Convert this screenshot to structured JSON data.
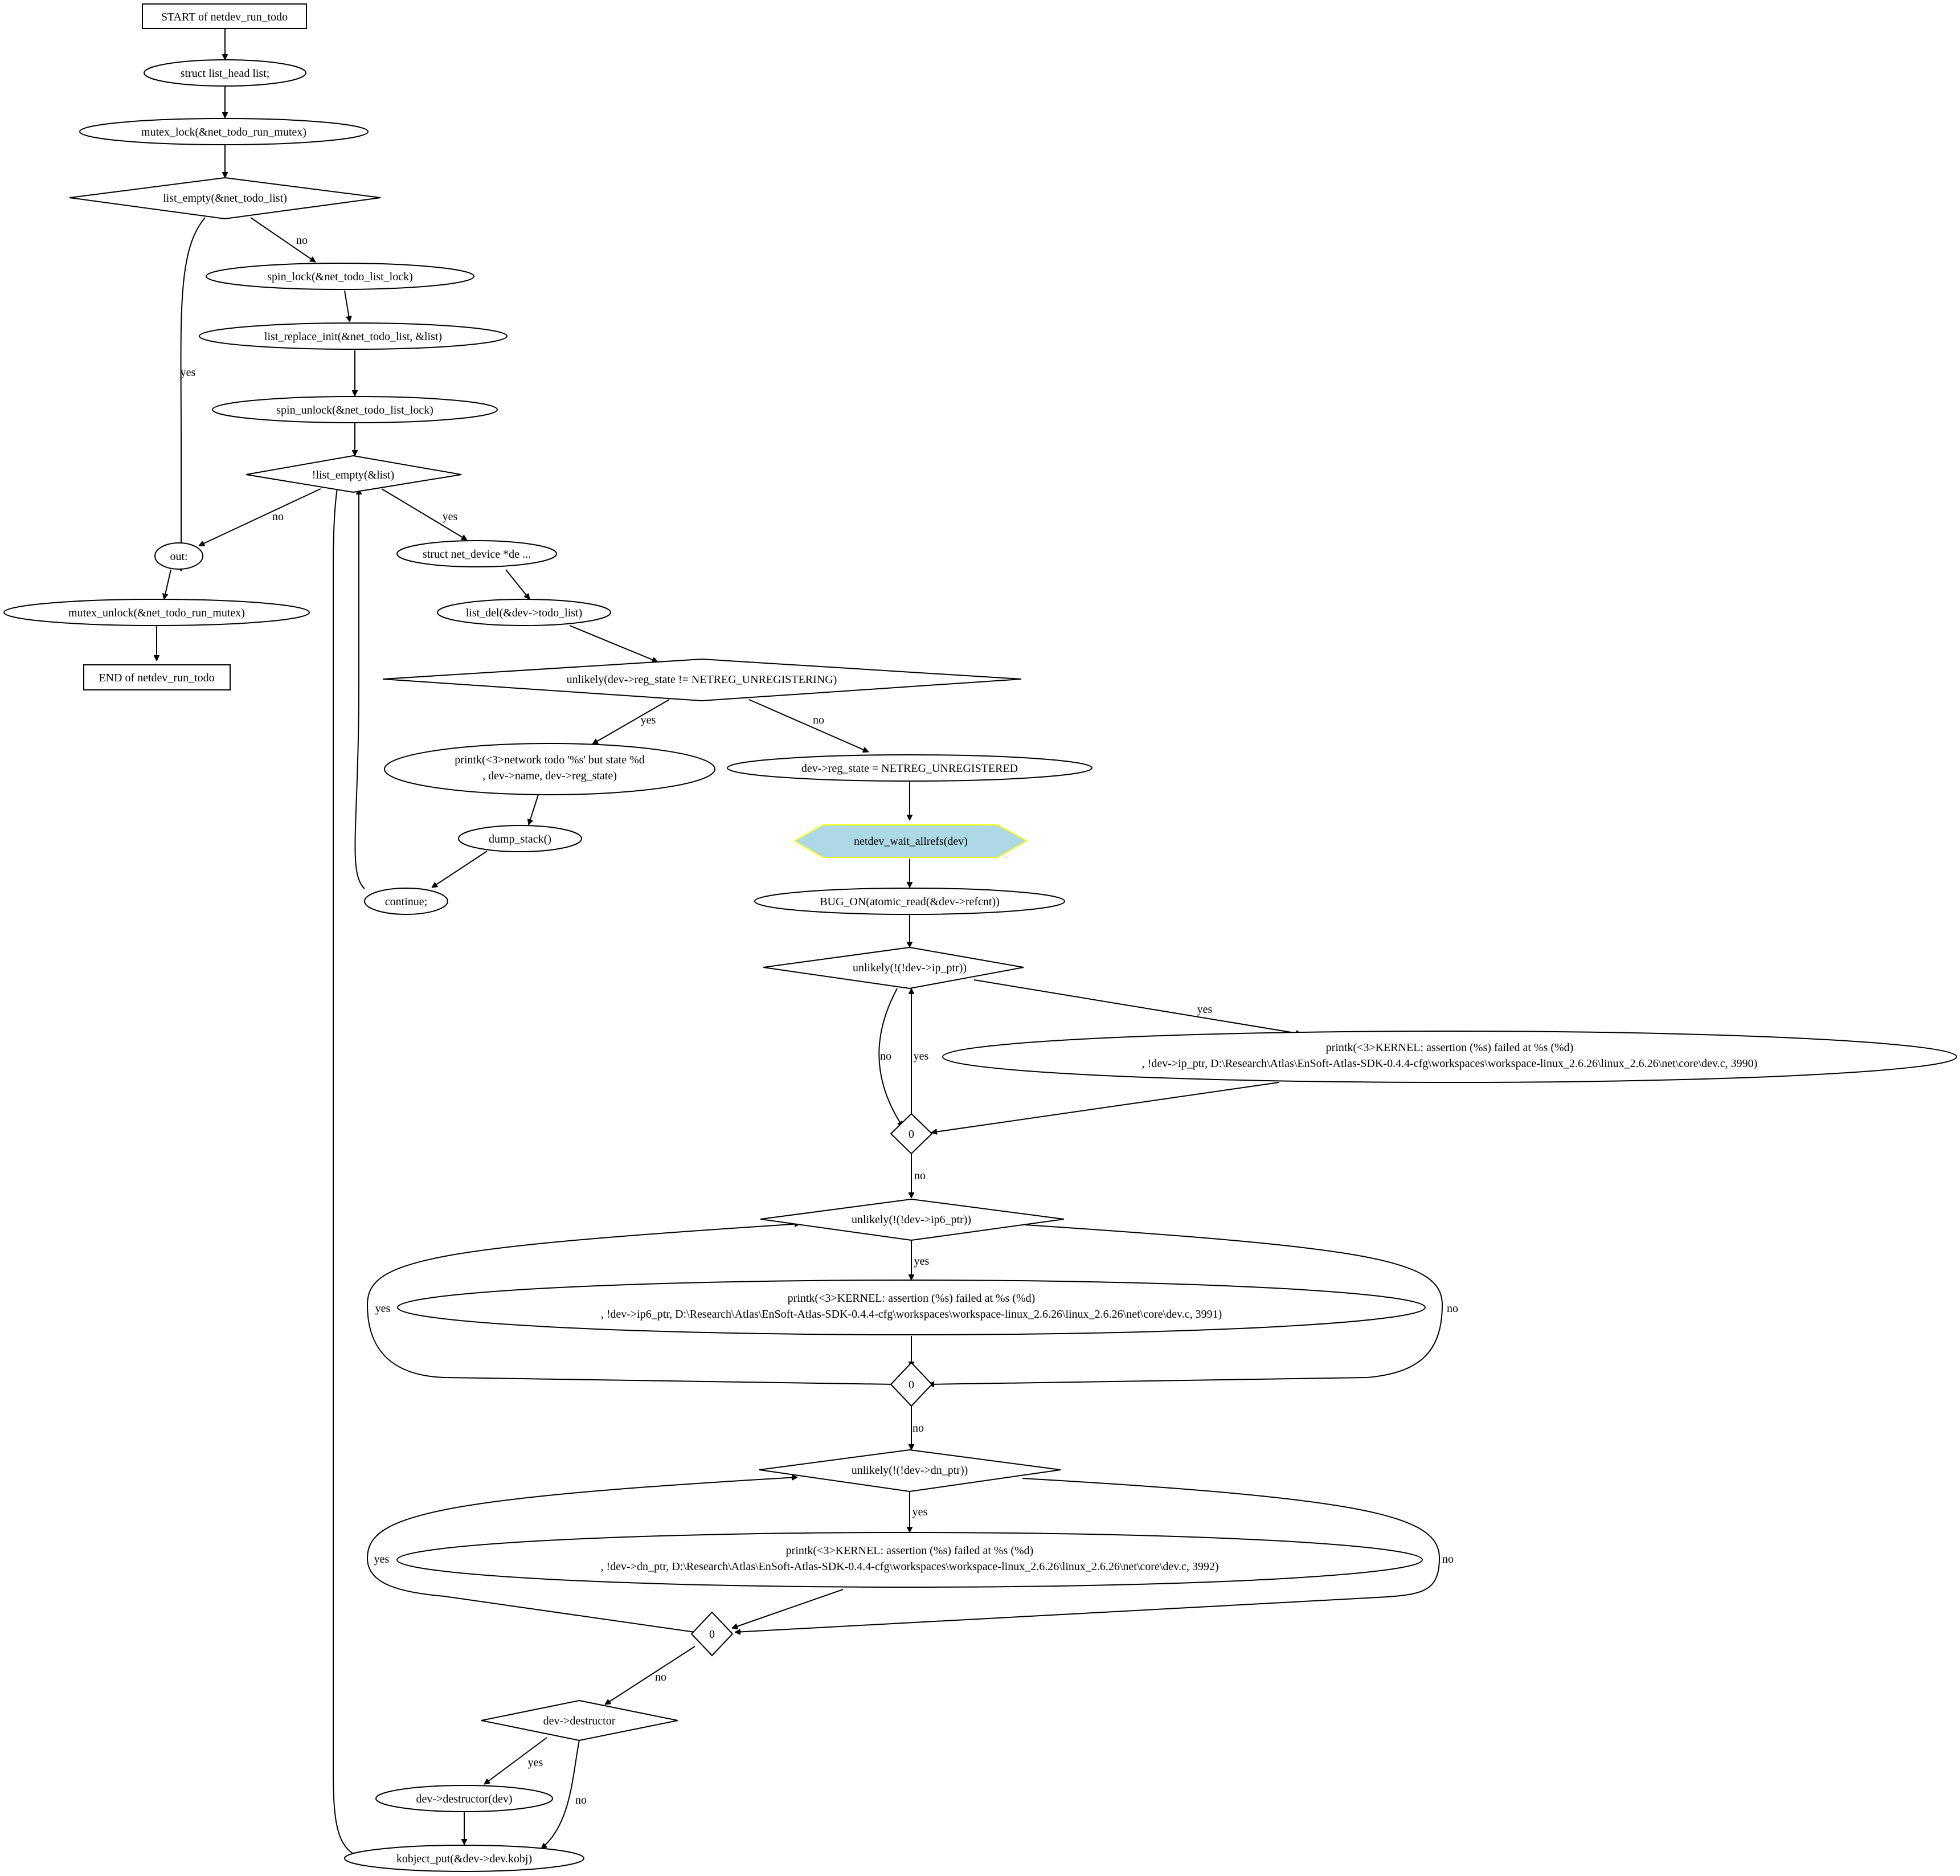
{
  "diagram": {
    "nodes": {
      "n_start": "START of netdev_run_todo",
      "n_list_head": "struct list_head list;",
      "n_mutex_lock": "mutex_lock(&net_todo_run_mutex)",
      "n_list_empty": "list_empty(&net_todo_list)",
      "n_spin_lock": "spin_lock(&net_todo_list_lock)",
      "n_list_replace": "list_replace_init(&net_todo_list, &list)",
      "n_spin_unlock": "spin_unlock(&net_todo_list_lock)",
      "n_not_list_empty": "!list_empty(&list)",
      "n_out": "out:",
      "n_mutex_unlock": "mutex_unlock(&net_todo_run_mutex)",
      "n_end": "END of netdev_run_todo",
      "n_struct_dev": "struct net_device *de ...",
      "n_list_del": "list_del(&dev->todo_list)",
      "n_unlikely_reg": "unlikely(dev->reg_state != NETREG_UNREGISTERING)",
      "n_printk_todo_1": "printk(<3>network todo '%s' but state %d",
      "n_printk_todo_2": ", dev->name, dev->reg_state)",
      "n_dump_stack": "dump_stack()",
      "n_continue": "continue;",
      "n_reg_state": "dev->reg_state = NETREG_UNREGISTERED",
      "n_wait_allrefs": "netdev_wait_allrefs(dev)",
      "n_bug_on": "BUG_ON(atomic_read(&dev->refcnt))",
      "n_ip_ptr": "unlikely(!(!dev->ip_ptr))",
      "n_printk_ip_1": "printk(<3>KERNEL: assertion (%s) failed at %s (%d)",
      "n_printk_ip_2": ", !dev->ip_ptr, D:\\Research\\Atlas\\EnSoft-Atlas-SDK-0.4.4-cfg\\workspaces\\workspace-linux_2.6.26\\linux_2.6.26\\net\\core\\dev.c, 3990)",
      "n_zero_1": "0",
      "n_ip6_ptr": "unlikely(!(!dev->ip6_ptr))",
      "n_printk_ip6_1": "printk(<3>KERNEL: assertion (%s) failed at %s (%d)",
      "n_printk_ip6_2": ", !dev->ip6_ptr, D:\\Research\\Atlas\\EnSoft-Atlas-SDK-0.4.4-cfg\\workspaces\\workspace-linux_2.6.26\\linux_2.6.26\\net\\core\\dev.c, 3991)",
      "n_zero_2": "0",
      "n_dn_ptr": "unlikely(!(!dev->dn_ptr))",
      "n_printk_dn_1": "printk(<3>KERNEL: assertion (%s) failed at %s (%d)",
      "n_printk_dn_2": ", !dev->dn_ptr, D:\\Research\\Atlas\\EnSoft-Atlas-SDK-0.4.4-cfg\\workspaces\\workspace-linux_2.6.26\\linux_2.6.26\\net\\core\\dev.c, 3992)",
      "n_zero_3": "0",
      "n_destructor": "dev->destructor",
      "n_destructor_call": "dev->destructor(dev)",
      "n_kobject_put": "kobject_put(&dev->dev.kobj)"
    },
    "edge_labels": {
      "e_list_empty_no": "no",
      "e_list_empty_yes": "yes",
      "e_not_empty_no": "no",
      "e_not_empty_yes": "yes",
      "e_reg_yes": "yes",
      "e_reg_no": "no",
      "e_ip_yes": "yes",
      "e_ip_no": "no",
      "e_zero1_yes": "yes",
      "e_zero1_no": "no",
      "e_ip6_yes": "yes",
      "e_ip6_no": "no",
      "e_zero2_yes": "yes",
      "e_zero2_no": "no",
      "e_dn_yes": "yes",
      "e_dn_no": "no",
      "e_zero3_yes": "yes",
      "e_zero3_no": "no",
      "e_destructor_yes": "yes",
      "e_destructor_no": "no"
    },
    "colors": {
      "highlight_fill": "#add8e6",
      "highlight_stroke": "#ffff00"
    }
  }
}
